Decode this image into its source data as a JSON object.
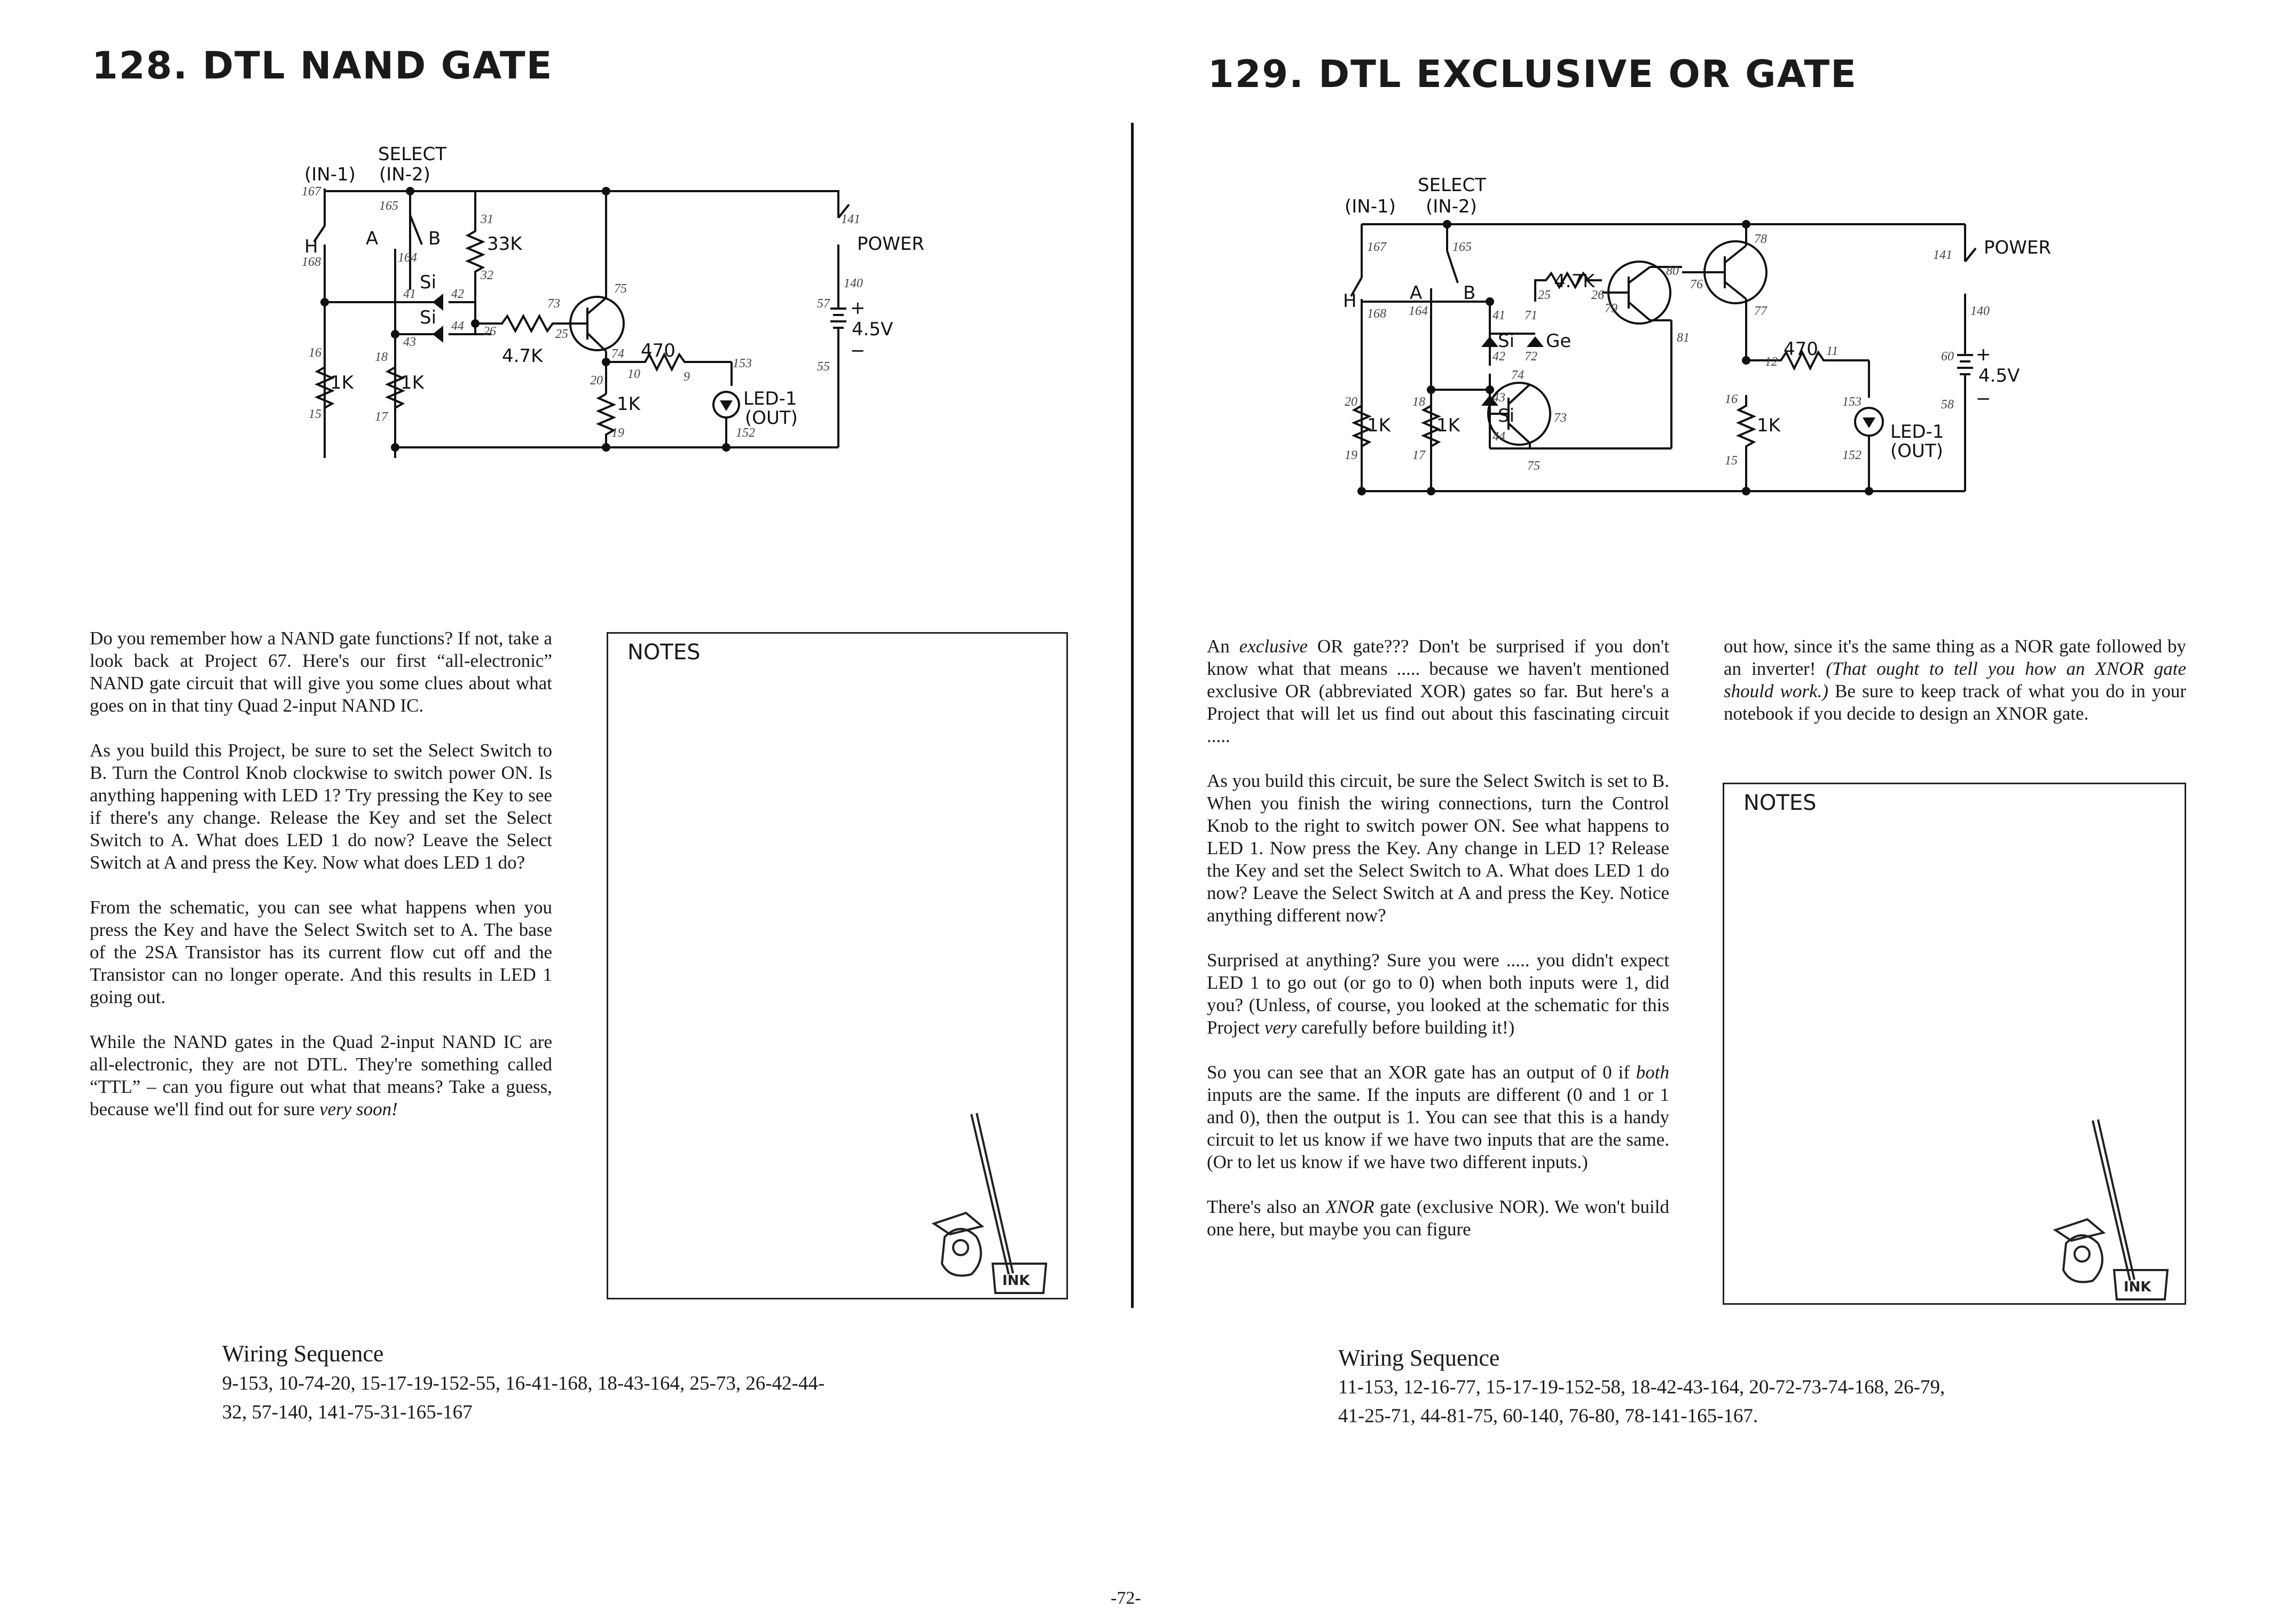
{
  "left": {
    "title": "128. DTL NAND GATE",
    "schematic": {
      "select": "SELECT",
      "in1": "(IN-1)",
      "in2": "(IN-2)",
      "r33k": "33K",
      "r47k": "4.7K",
      "r470": "470",
      "r1k_a": "1K",
      "r1k_b": "1K",
      "r1k_c": "1K",
      "si1": "Si",
      "si2": "Si",
      "power": "POWER",
      "voltage": "4.5V",
      "plus": "+",
      "minus": "−",
      "led": "LED-1",
      "out": "(OUT)",
      "sw_a": "A",
      "sw_b": "B",
      "h": "H",
      "n167": "167",
      "n165": "165",
      "n168": "168",
      "n164": "164",
      "n31": "31",
      "n32": "32",
      "n41": "41",
      "n42": "42",
      "n43": "43",
      "n44": "44",
      "n26": "26",
      "n25": "25",
      "n73": "73",
      "n75": "75",
      "n74": "74",
      "n20": "20",
      "n10": "10",
      "n9": "9",
      "n153": "153",
      "n152": "152",
      "n141": "141",
      "n140": "140",
      "n57": "57",
      "n55": "55",
      "n16": "16",
      "n18": "18",
      "n15": "15",
      "n17": "17",
      "n19": "19"
    },
    "paragraphs": [
      "Do you remember how a NAND gate functions? If not, take a look back at Project 67. Here's our first “all-electronic” NAND gate circuit that will give you some clues about what goes on in that tiny Quad 2-input NAND IC.",
      "As you build this Project, be sure to set the Select Switch to B. Turn the Control Knob clockwise to switch power ON. Is anything happening with LED 1? Try pressing the Key to see if there's any change. Release the Key and set the Select Switch to A. What does LED 1 do now? Leave the Select Switch at A and press the Key. Now what does LED 1 do?",
      "From the schematic, you can see what happens when you press the Key and have the Select Switch set to A. The base of the 2SA Transistor has its current flow cut off and the Transistor can no longer operate. And this results in LED 1 going out."
    ],
    "p4_start": "While the NAND gates in the Quad 2-input NAND IC are all-electronic, they are not DTL. They're something called “TTL” – can you figure out what that means? Take a guess, because we'll find out for sure ",
    "p4_em": "very soon!",
    "notes_label": "NOTES",
    "wiring_title": "Wiring Sequence",
    "wiring_line1": "9-153, 10-74-20, 15-17-19-152-55, 16-41-168, 18-43-164, 25-73, 26-42-44-",
    "wiring_line2": "32, 57-140, 141-75-31-165-167",
    "ink_label": "INK"
  },
  "right": {
    "title": "129. DTL EXCLUSIVE OR GATE",
    "schematic": {
      "select": "SELECT",
      "in1": "(IN-1)",
      "in2": "(IN-2)",
      "r47k": "4.7K",
      "r470": "470",
      "r1k_a": "1K",
      "r1k_b": "1K",
      "r1k_c": "1K",
      "si1": "Si",
      "ge": "Ge",
      "si2": "Si",
      "power": "POWER",
      "voltage": "4.5V",
      "plus": "+",
      "minus": "−",
      "led": "LED-1",
      "out": "(OUT)",
      "sw_a": "A",
      "sw_b": "B",
      "h": "H",
      "n167": "167",
      "n165": "165",
      "n168": "168",
      "n164": "164",
      "n25": "25",
      "n26": "26",
      "n80": "80",
      "n79": "79",
      "n76": "76",
      "n78": "78",
      "n77": "77",
      "n81": "81",
      "n41": "41",
      "n71": "71",
      "n42": "42",
      "n72": "72",
      "n74": "74",
      "n43": "43",
      "n44": "44",
      "n73": "73",
      "n75": "75",
      "n20": "20",
      "n18": "18",
      "n19": "19",
      "n17": "17",
      "n12": "12",
      "n11": "11",
      "n16": "16",
      "n15": "15",
      "n153": "153",
      "n152": "152",
      "n141": "141",
      "n140": "140",
      "n60": "60",
      "n58": "58"
    },
    "col1_p1_pre": "An ",
    "col1_p1_em": "exclusive",
    "col1_p1_post": " OR gate??? Don't be surprised if you don't know what that means ..... because we haven't mentioned exclusive OR (abbreviated XOR) gates so far. But here's a Project that will let us find out about this fascinating circuit .....",
    "col1_p2": "As you build this circuit, be sure the Select Switch is set to B. When you finish the wiring connections, turn the Control Knob to the right to switch power ON. See what happens to LED 1. Now press the Key. Any change in LED 1? Release the Key and set the Select Switch to A. What does LED 1 do now? Leave the Select Switch at A and press the Key. Notice anything different now?",
    "col1_p3_pre": "Surprised at anything? Sure you were ..... you didn't expect LED 1 to go out (or go to 0) when both inputs were 1, did you? (Unless, of course, you looked at the schematic for this Project ",
    "col1_p3_em": "very",
    "col1_p3_post": " carefully before building it!)",
    "col1_p4_pre": "So you can see that an XOR gate has an output of 0 if ",
    "col1_p4_em": "both",
    "col1_p4_post": " inputs are the same. If the inputs are different (0 and 1 or 1 and 0), then the output is 1. You can see that this is a handy circuit to let us know if we have two inputs that are the same. (Or to let us know if we have two different inputs.)",
    "col1_p5_pre": "There's also an ",
    "col1_p5_em": "XNOR",
    "col1_p5_post": " gate (exclusive NOR). We won't build one here, but maybe you can figure",
    "col2_p1_pre": "out how, since it's the same thing as a NOR gate followed by an inverter! ",
    "col2_p1_em": "(That ought to tell you how an XNOR gate should work.)",
    "col2_p1_post": " Be sure to keep track of what you do in your notebook if you decide to design an XNOR gate.",
    "notes_label": "NOTES",
    "wiring_title": "Wiring Sequence",
    "wiring_line1": "11-153, 12-16-77, 15-17-19-152-58, 18-42-43-164, 20-72-73-74-168, 26-79,",
    "wiring_line2": "41-25-71, 44-81-75, 60-140, 76-80, 78-141-165-167.",
    "ink_label": "INK"
  },
  "page_number": "-72-"
}
